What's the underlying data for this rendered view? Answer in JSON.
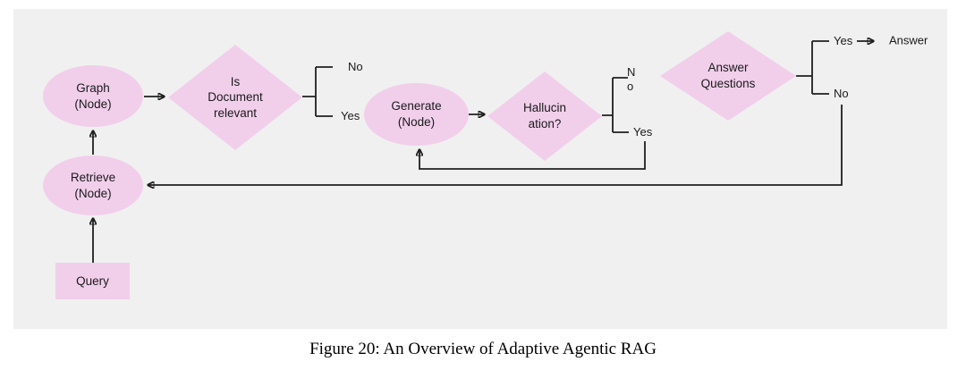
{
  "figure": {
    "caption": "Figure 20: An Overview of Adaptive Agentic RAG"
  },
  "colors": {
    "panel_bg": "#f0f0f0",
    "shape_fill": "#f1cfeb",
    "line": "#1f1f1f",
    "text": "#1a1a1a"
  },
  "nodes": {
    "query": {
      "label": "Query",
      "shape": "rectangle"
    },
    "retrieve": {
      "label": "Retrieve\n(Node)",
      "shape": "ellipse"
    },
    "graph": {
      "label": "Graph\n(Node)",
      "shape": "ellipse"
    },
    "is_document_relevant": {
      "label": "Is\nDocument\nrelevant",
      "shape": "diamond"
    },
    "generate": {
      "label": "Generate\n(Node)",
      "shape": "ellipse"
    },
    "hallucination": {
      "label": "Hallucin\nation?",
      "shape": "diamond"
    },
    "answer_questions": {
      "label": "Answer\nQuestions",
      "shape": "diamond"
    },
    "answer": {
      "label": "Answer",
      "shape": "text"
    }
  },
  "branch_labels": {
    "doc_relevant_no": "No",
    "doc_relevant_yes": "Yes",
    "hallucination_no": "N\no",
    "hallucination_yes": "Yes",
    "answer_questions_yes": "Yes",
    "answer_questions_no": "No"
  },
  "edges": [
    "query -> retrieve",
    "retrieve -> graph",
    "graph -> is_document_relevant",
    "is_document_relevant -> yes -> generate",
    "generate -> hallucination",
    "hallucination -> yes -> generate (loop)",
    "hallucination -> no -> answer_questions",
    "answer_questions -> yes -> answer",
    "answer_questions -> no -> retrieve (loop)"
  ]
}
